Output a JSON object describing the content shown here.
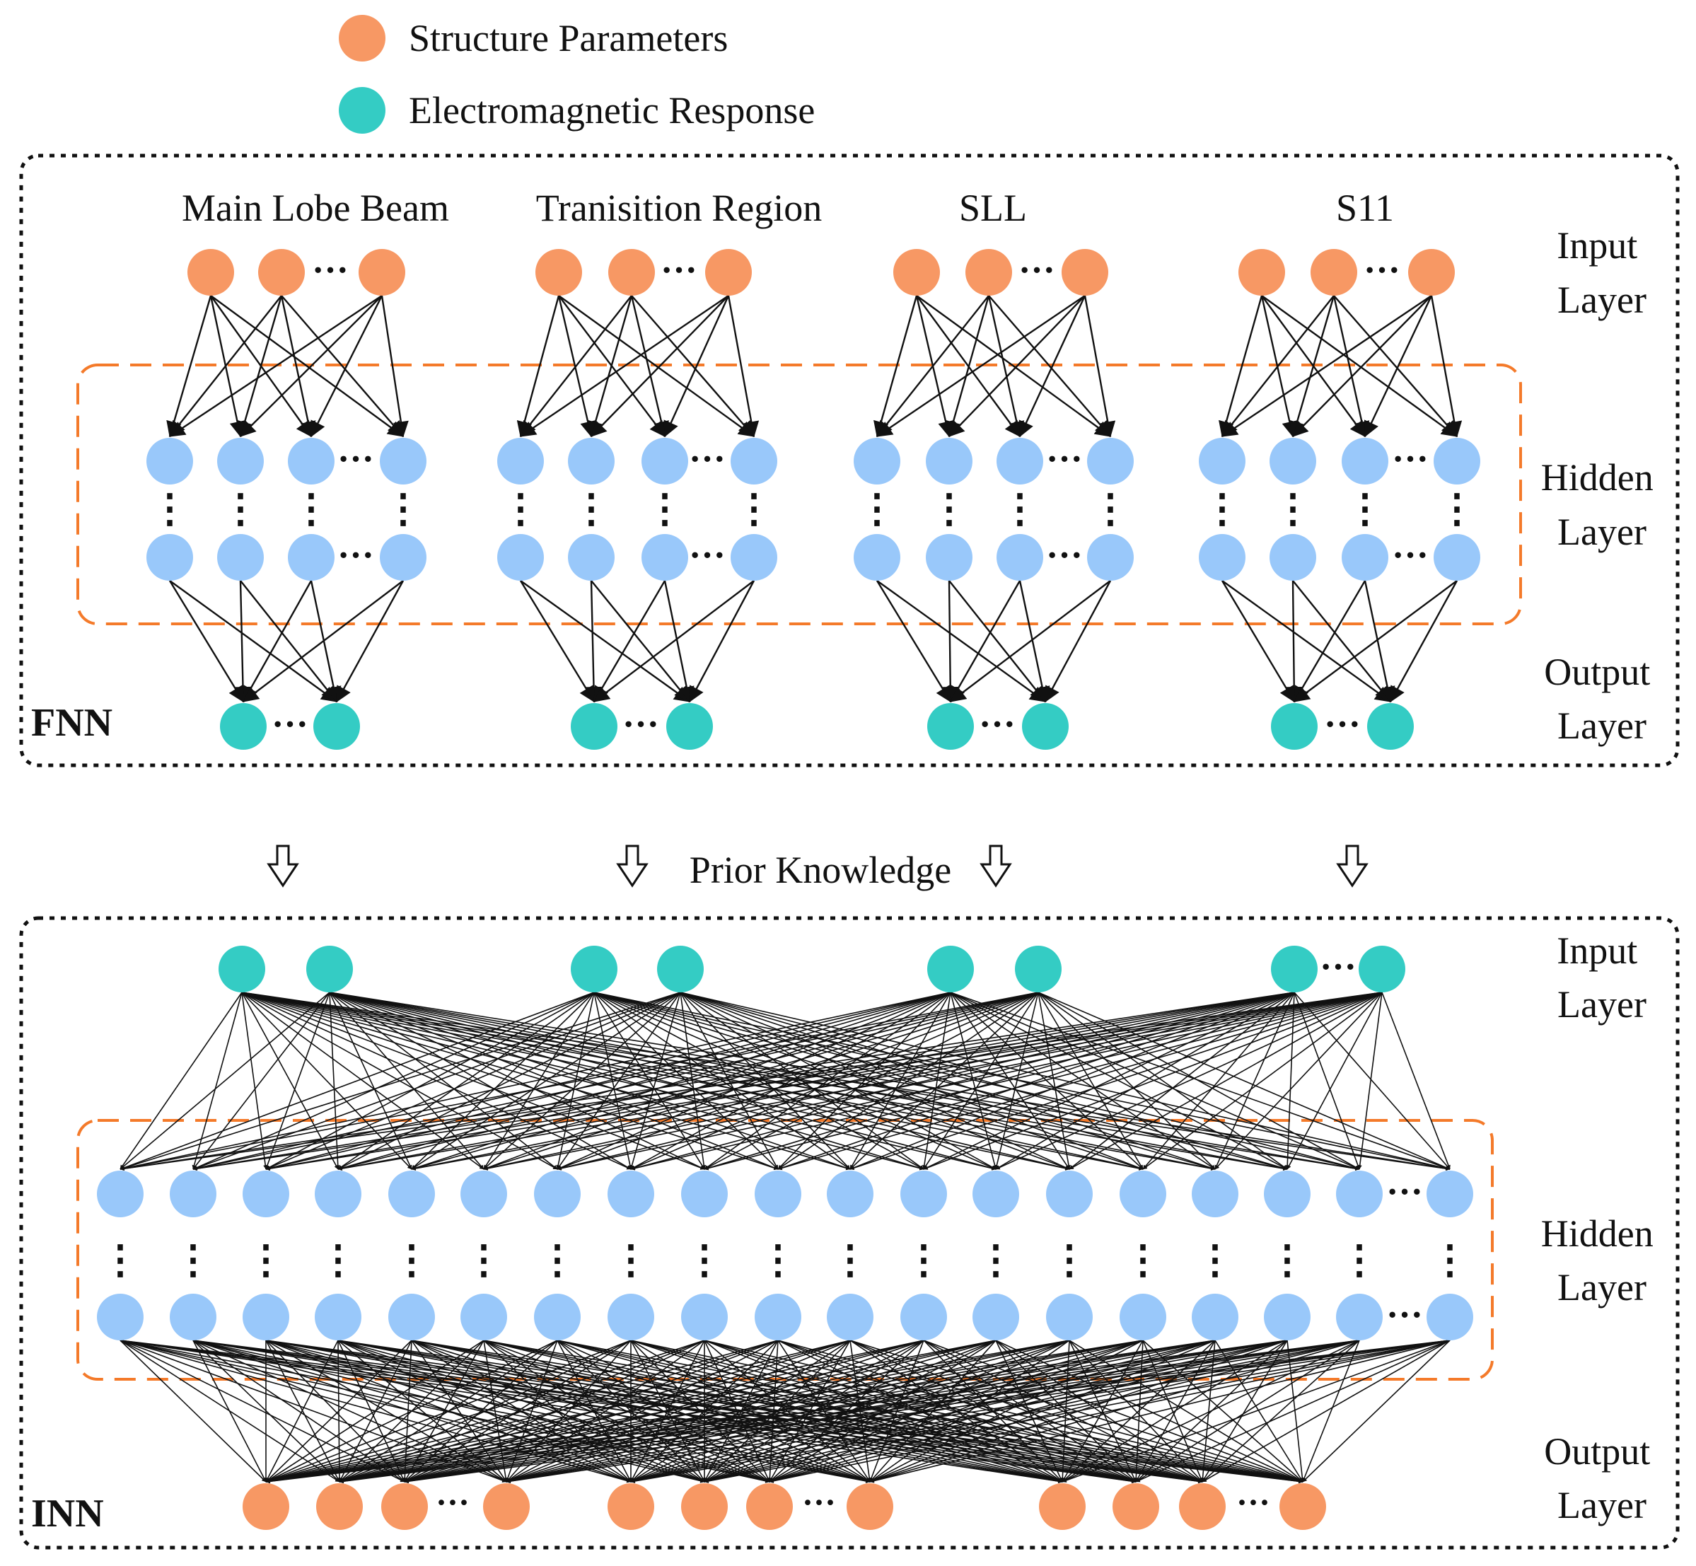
{
  "legend": [
    {
      "label": "Structure Parameters",
      "color": "#F79864"
    },
    {
      "label": "Electromagnetic Response",
      "color": "#34CCC4"
    }
  ],
  "fnn": {
    "name": "FNN",
    "groups": [
      "Main Lobe Beam",
      "Tranisition Region",
      "SLL",
      "S11"
    ],
    "layers": {
      "input": "Input\nLayer",
      "hidden": "Hidden\nLayer",
      "output": "Output\nLayer"
    }
  },
  "prior_knowledge": "Prior Knowledge",
  "inn": {
    "name": "INN",
    "layers": {
      "input": "Input\nLayer",
      "hidden": "Hidden\nLayer",
      "output": "Output\nLayer"
    }
  },
  "colors": {
    "structure": "#F79864",
    "response": "#34CCC4",
    "hidden": "#99C8FA",
    "hidden_box": "#F47A2A",
    "frame": "#111111",
    "edge": "#111111"
  },
  "ellipsis": "···",
  "vdots": "⋮"
}
